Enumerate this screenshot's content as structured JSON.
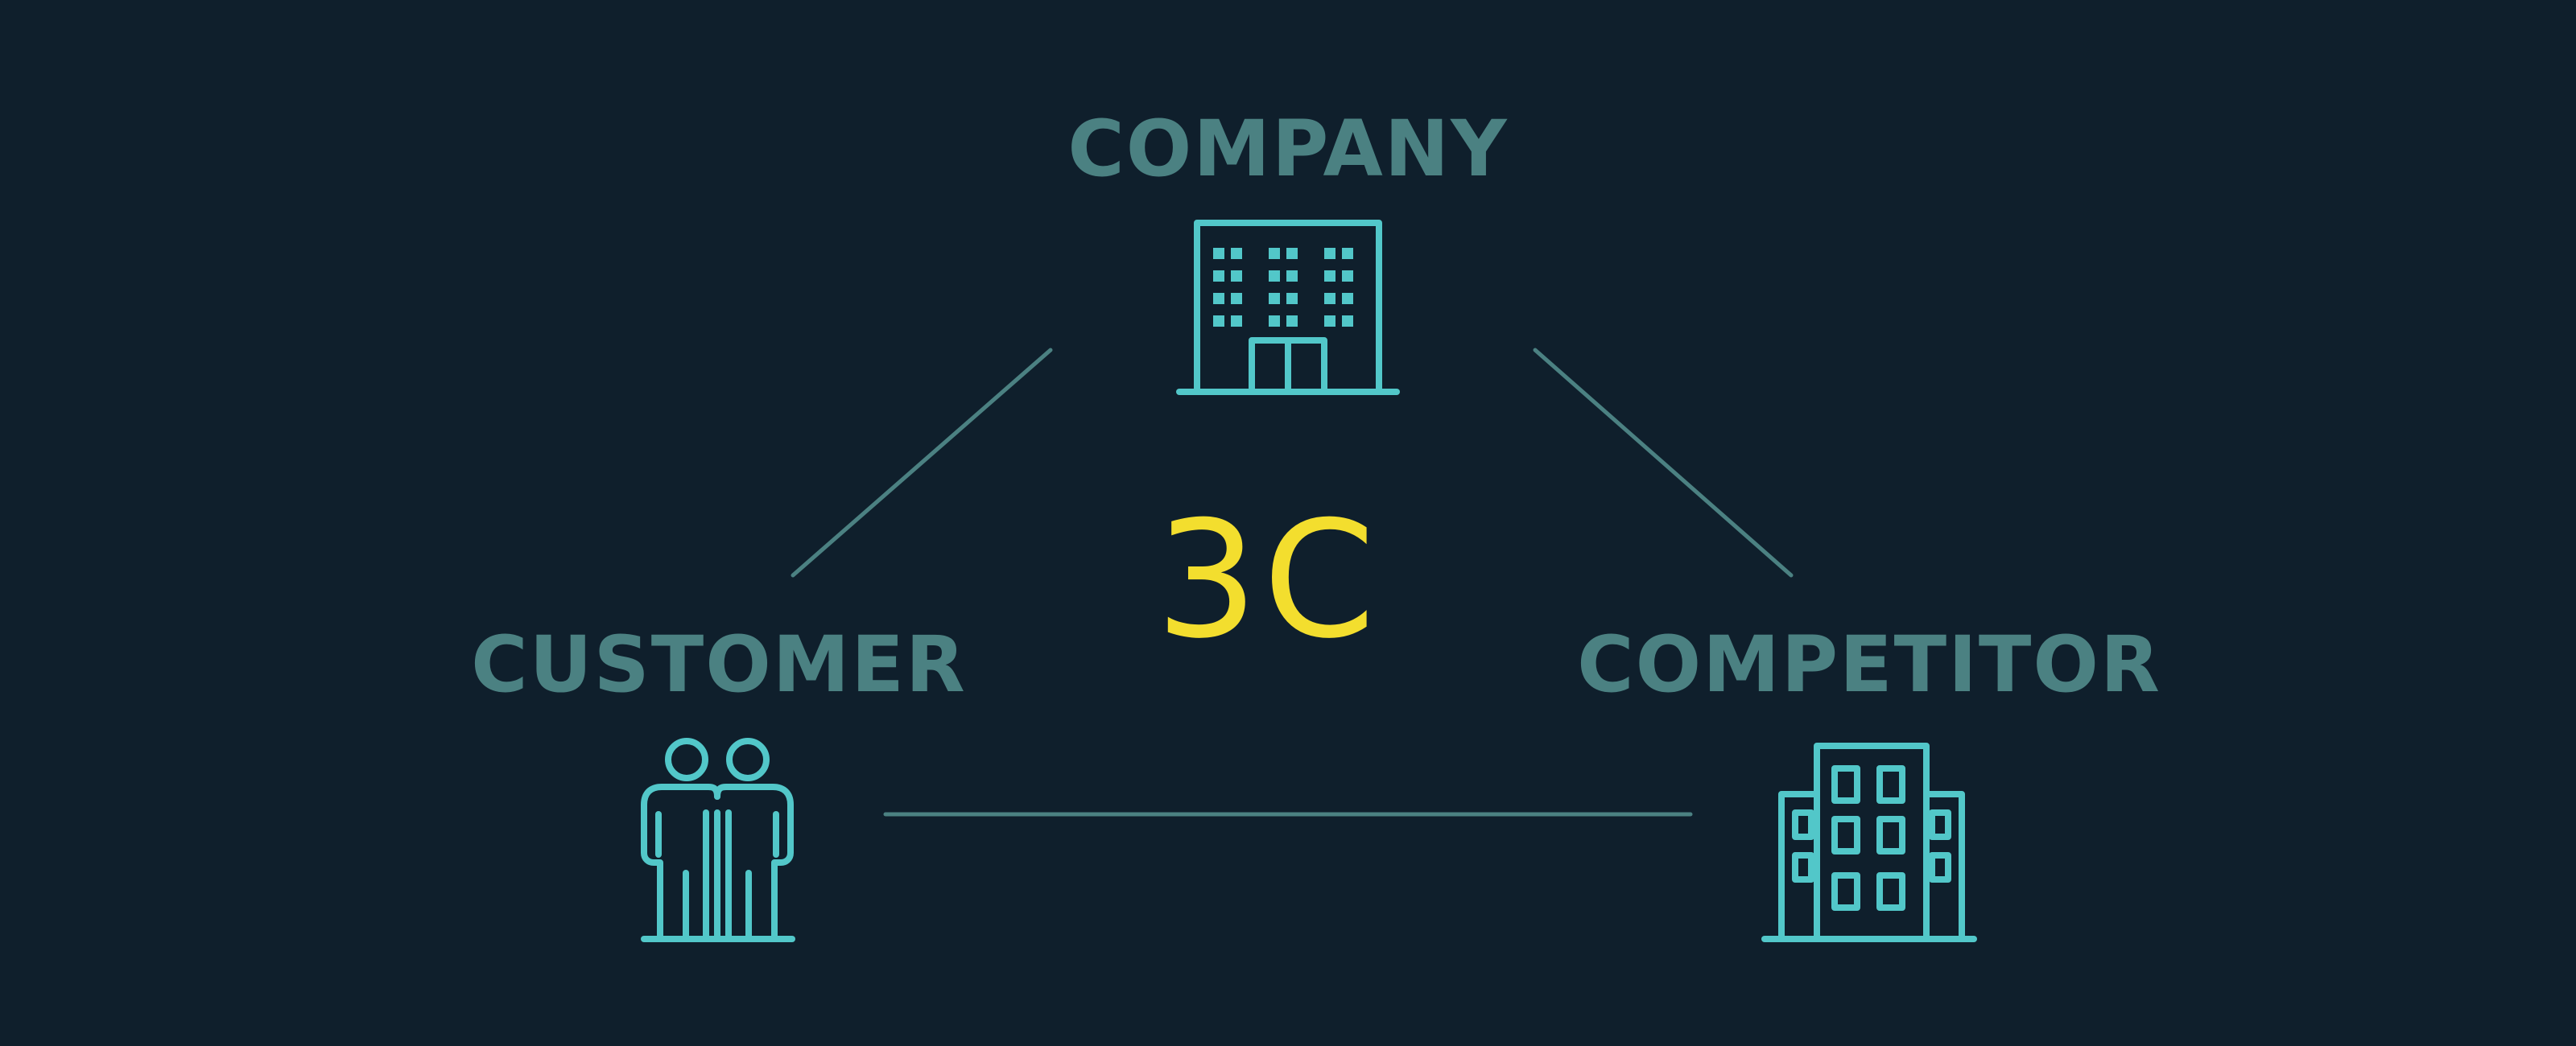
{
  "diagram": {
    "center": "3C",
    "nodes": [
      {
        "id": "company",
        "label": "COMPANY",
        "icon": "office-building-icon"
      },
      {
        "id": "customer",
        "label": "CUSTOMER",
        "icon": "two-people-icon"
      },
      {
        "id": "competitor",
        "label": "COMPETITOR",
        "icon": "tower-building-icon"
      }
    ],
    "edges": [
      [
        "company",
        "customer"
      ],
      [
        "company",
        "competitor"
      ],
      [
        "customer",
        "competitor"
      ]
    ]
  },
  "colors": {
    "background": "#0f1f2c",
    "label": "#4b8182",
    "icon": "#52c7c9",
    "center": "#f3de2e",
    "connector": "#4b8182"
  }
}
